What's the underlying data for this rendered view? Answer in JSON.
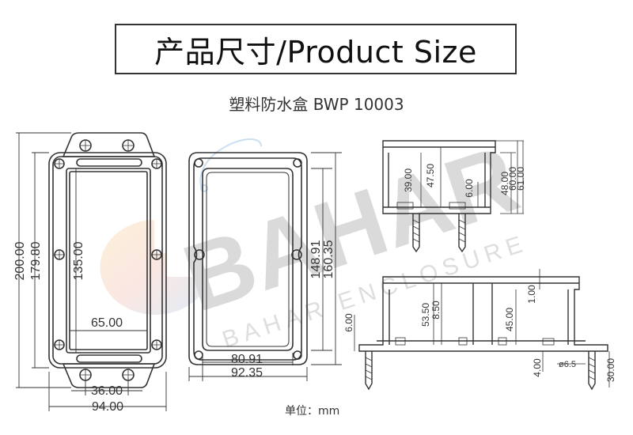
{
  "title": "产品尺寸/Product Size",
  "subtitle": "塑料防水盒 BWP 10003",
  "unit_label": "单位：mm",
  "watermark": {
    "brand": "BAHAR",
    "tagline": "BAHAR ENCLOSURE"
  },
  "colors": {
    "line": "#333333",
    "watermark": "#c9c9c9"
  },
  "dimensions": {
    "front_total_height": "200.00",
    "front_body_height": "179.80",
    "front_window_height": "135.00",
    "front_window_width": "65.00",
    "front_hole_spacing": "36.00",
    "front_total_width": "94.00",
    "rear_inner_height": "148.91",
    "rear_outer_height": "160.35",
    "rear_inner_width": "80.91",
    "rear_outer_width": "92.35",
    "side_top_depth_a": "39.00",
    "side_top_depth_b": "47.50",
    "side_top_small": "6.00",
    "side_top_h1": "48.00",
    "side_top_h2": "60.00",
    "side_top_h3": "61.00",
    "side_bottom_a": "53.50",
    "side_bottom_b": "8.50",
    "side_bottom_c": "45.00",
    "side_bottom_wall": "1.00",
    "side_bottom_flange": "6.00",
    "side_bottom_foot": "4.00",
    "side_bottom_hole": "ø6.5",
    "side_bottom_bolt": "30.00"
  }
}
